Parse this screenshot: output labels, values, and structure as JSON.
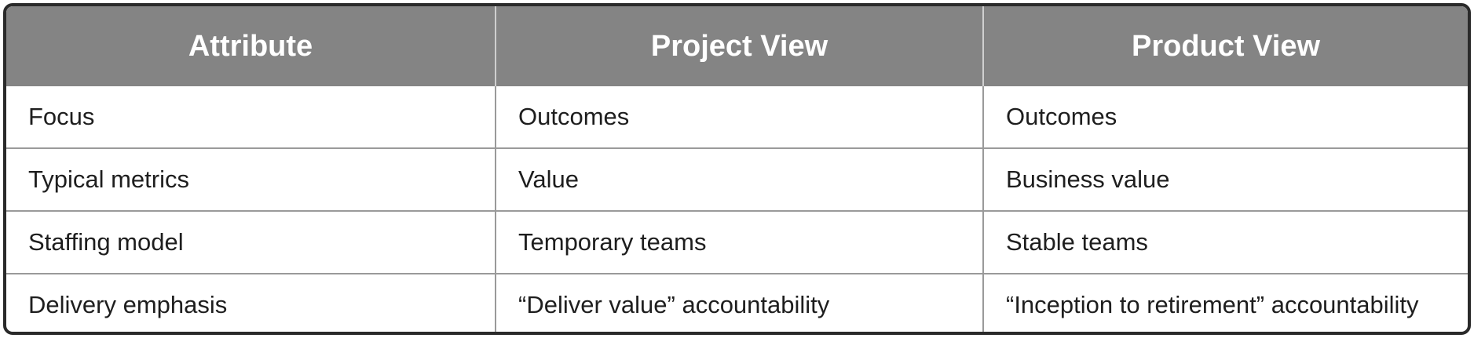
{
  "table": {
    "headers": [
      "Attribute",
      "Project View",
      "Product View"
    ],
    "rows": [
      [
        "Focus",
        "Outcomes",
        "Outcomes"
      ],
      [
        "Typical metrics",
        "Value",
        "Business value"
      ],
      [
        "Staffing model",
        "Temporary teams",
        "Stable teams"
      ],
      [
        "Delivery emphasis",
        "“Deliver value” accountability",
        "“Inception to retirement” accountability"
      ]
    ]
  }
}
